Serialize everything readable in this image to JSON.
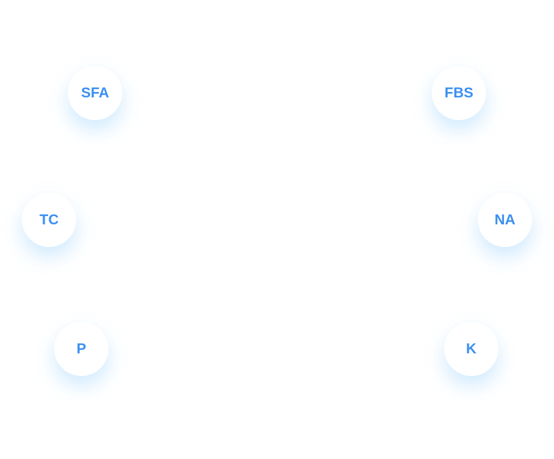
{
  "nodes": [
    {
      "id": "sfa",
      "label": "SFA"
    },
    {
      "id": "fbs",
      "label": "FBS"
    },
    {
      "id": "tc",
      "label": "TC"
    },
    {
      "id": "na",
      "label": "NA"
    },
    {
      "id": "p",
      "label": "P"
    },
    {
      "id": "k",
      "label": "K"
    }
  ],
  "colors": {
    "text": "#3b8ff2",
    "shadow": "#78c3fa"
  }
}
